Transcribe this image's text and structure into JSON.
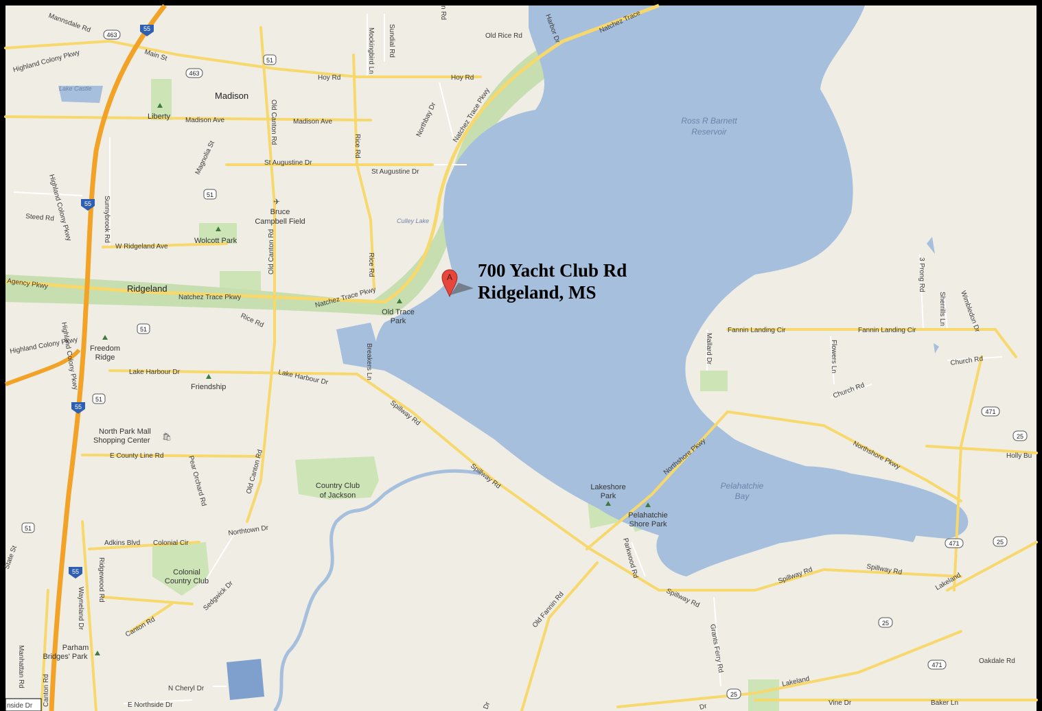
{
  "callout": {
    "line1": "700 Yacht Club Rd",
    "line2": "Ridgeland, MS"
  },
  "marker": {
    "letter": "A",
    "color": "#e6463b"
  },
  "colors": {
    "land": "#f0ede5",
    "water": "#a5bfdd",
    "park": "#cde5b6",
    "road_major": "#f7d86d",
    "interstate": "#f2a327",
    "road_minor": "#ffffff",
    "border": "#000000"
  },
  "water_labels": {
    "reservoir_1": "Ross R Barnett",
    "reservoir_2": "Reservoir",
    "bay_1": "Pelahatchie",
    "bay_2": "Bay",
    "lake_castle": "Lake Castle",
    "culley_lake": "Culley Lake"
  },
  "places": {
    "madison": "Madison",
    "ridgeland": "Ridgeland",
    "liberty": "Liberty",
    "bruce_1": "Bruce",
    "bruce_2": "Campbell Field",
    "wolcott": "Wolcott Park",
    "old_trace_1": "Old Trace",
    "old_trace_2": "Park",
    "freedom_1": "Freedom",
    "freedom_2": "Ridge",
    "friendship": "Friendship",
    "north_park_1": "North Park Mall",
    "north_park_2": "Shopping Center",
    "country_club_1": "Country Club",
    "country_club_2": "of Jackson",
    "lakeshore_1": "Lakeshore",
    "lakeshore_2": "Park",
    "pelahatchie_shore_1": "Pelahatchie",
    "pelahatchie_shore_2": "Shore Park",
    "colonial_1": "Colonial",
    "colonial_2": "Country Club",
    "parham_1": "Parham",
    "parham_2": "Bridges' Park"
  },
  "roads": {
    "mannsdale": "Mannsdale Rd",
    "highland_colony_top": "Highland Colony Pkwy",
    "main_st": "Main St",
    "hoy_rd": "Hoy Rd",
    "hoy_rd_2": "Hoy Rd",
    "madison_ave": "Madison Ave",
    "madison_ave_2": "Madison Ave",
    "old_canton": "Old Canton Rd",
    "old_canton_2": "Old Canton Rd",
    "old_canton_3": "Old Canton Rd",
    "st_augustine": "St Augustine Dr",
    "st_augustine_2": "St Augustine Dr",
    "rice_rd": "Rice Rd",
    "rice_rd_2": "Rice Rd",
    "rice_rd_3": "Rice Rd",
    "natchez_top": "Natchez Trace Pkwy",
    "natchez_ne": "Natchez Trace",
    "natchez_1": "Natchez Trace Pkwy",
    "natchez_2": "Natchez Trace Pkwy",
    "old_rice": "Old Rice Rd",
    "harbor": "Harbor Dr",
    "northbay": "Northbay Dr",
    "mockingbird": "Mockingbird Ln",
    "sundial": "Sundial Rd",
    "magnolia": "Magnolia St",
    "steed": "Steed Rd",
    "w_ridgeland": "W Ridgeland Ave",
    "agency": "Agency Pkwy",
    "highland_colony_2": "Highland Colony Pkwy",
    "highland_colony_3": "Highland Colony Pkwy",
    "highland_colony_4": "Highland Colony Pkwy",
    "sunnybrook": "Sunnybrook Rd",
    "lake_harbour": "Lake Harbour Dr",
    "lake_harbour_2": "Lake Harbour Dr",
    "breakers": "Breakers Ln",
    "spillway_1": "Spillway Rd",
    "spillway_2": "Spillway Rd",
    "spillway_3": "Spillway Rd",
    "spillway_4": "Spillway Rd",
    "spillway_5": "Spillway Rd",
    "county_line": "E County Line Rd",
    "pear_orchard": "Pear Orchard Rd",
    "northtown": "Northtown Dr",
    "adkins": "Adkins Blvd",
    "colonial_cir": "Colonial Cir",
    "ridgewood": "Ridgewood Rd",
    "wayneland": "Wayneland Dr",
    "sedgwick": "Sedgwick Dr",
    "state_st": "State St",
    "manhattan": "Manhattan Rd",
    "canton_rd": "Canton Rd",
    "n_cheryl": "N Cheryl Dr",
    "e_northside": "E Northside Dr",
    "northside": "nside Dr",
    "old_fannin": "Old Fannin Rd",
    "parkwood": "Parkwood Rd",
    "grants_ferry": "Grants Ferry Rd",
    "northshore_1": "Northshore Pkwy",
    "northshore_2": "Northshore Pkwy",
    "fannin_landing": "Fannin Landing Cir",
    "fannin_landing_2": "Fannin Landing Cir",
    "mallard": "Mallard Dr",
    "flowers": "Flowers Ln",
    "church_rd": "Church Rd",
    "church_rd_2": "Church Rd",
    "three_prong": "3 Prong Rd",
    "sherrills": "Sherrills Ln",
    "wimbledon": "Wimbledon Dr",
    "holly_bush": "Holly Bu",
    "lakeland_1": "Lakeland",
    "lakeland_2": "Lakeland",
    "oakdale": "Oakdale Rd",
    "vine": "Vine Dr",
    "baker": "Baker Ln",
    "dr_bottom": "Dr",
    "rd_top": "n Rd"
  },
  "shields": {
    "s463a": "463",
    "s463b": "463",
    "s55a": "55",
    "s51a": "51",
    "s51b": "51",
    "s55b": "55",
    "s51c": "51",
    "s51d": "51",
    "s55c": "55",
    "s51e": "51",
    "s55d": "55",
    "s471a": "471",
    "s25a": "25",
    "s471b": "471",
    "s25b": "25",
    "s25c": "25",
    "s471c": "471",
    "s25d": "25"
  }
}
